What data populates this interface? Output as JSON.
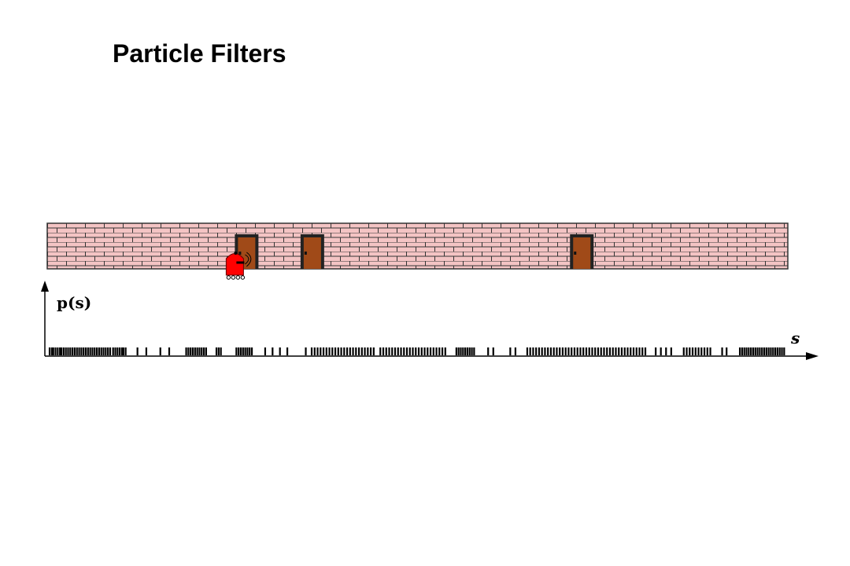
{
  "slide": {
    "title": "Particle Filters"
  },
  "diagram": {
    "y_axis_label": "p(s)",
    "x_axis_label": "s",
    "colors": {
      "wall_fill": "#f4c4c4",
      "mortar": "#333333",
      "door": "#a04a18",
      "robot": "#ff0000",
      "particles": "#000000"
    },
    "doors": [
      {
        "name": "door-1",
        "s": 0.268
      },
      {
        "name": "door-2",
        "s": 0.357
      },
      {
        "name": "door-3",
        "s": 0.722
      }
    ],
    "robot": {
      "s": 0.252,
      "icon": "robot-icon"
    },
    "particles": [
      0.001,
      0.004,
      0.006,
      0.009,
      0.012,
      0.015,
      0.017,
      0.02,
      0.023,
      0.026,
      0.029,
      0.032,
      0.035,
      0.038,
      0.041,
      0.044,
      0.047,
      0.05,
      0.053,
      0.056,
      0.059,
      0.062,
      0.065,
      0.068,
      0.071,
      0.074,
      0.077,
      0.08,
      0.083,
      0.087,
      0.09,
      0.093,
      0.096,
      0.099,
      0.101,
      0.104,
      0.12,
      0.132,
      0.151,
      0.163,
      0.186,
      0.189,
      0.192,
      0.195,
      0.198,
      0.201,
      0.204,
      0.207,
      0.21,
      0.213,
      0.227,
      0.23,
      0.233,
      0.254,
      0.257,
      0.26,
      0.263,
      0.266,
      0.269,
      0.272,
      0.275,
      0.293,
      0.303,
      0.313,
      0.323,
      0.348,
      0.356,
      0.36,
      0.364,
      0.368,
      0.372,
      0.376,
      0.38,
      0.384,
      0.388,
      0.392,
      0.396,
      0.4,
      0.404,
      0.408,
      0.412,
      0.416,
      0.42,
      0.424,
      0.428,
      0.432,
      0.436,
      0.44,
      0.449,
      0.453,
      0.457,
      0.461,
      0.465,
      0.469,
      0.473,
      0.477,
      0.481,
      0.485,
      0.489,
      0.493,
      0.497,
      0.501,
      0.505,
      0.509,
      0.513,
      0.517,
      0.521,
      0.525,
      0.529,
      0.533,
      0.537,
      0.552,
      0.555,
      0.558,
      0.561,
      0.564,
      0.567,
      0.57,
      0.573,
      0.576,
      0.595,
      0.602,
      0.625,
      0.632,
      0.648,
      0.652,
      0.656,
      0.66,
      0.664,
      0.668,
      0.672,
      0.676,
      0.68,
      0.684,
      0.688,
      0.692,
      0.696,
      0.7,
      0.704,
      0.708,
      0.712,
      0.716,
      0.72,
      0.724,
      0.728,
      0.732,
      0.736,
      0.74,
      0.744,
      0.748,
      0.752,
      0.756,
      0.76,
      0.764,
      0.768,
      0.772,
      0.776,
      0.78,
      0.784,
      0.788,
      0.792,
      0.796,
      0.8,
      0.804,
      0.808,
      0.822,
      0.829,
      0.836,
      0.843,
      0.86,
      0.864,
      0.868,
      0.872,
      0.876,
      0.88,
      0.884,
      0.888,
      0.892,
      0.896,
      0.912,
      0.918,
      0.936,
      0.939,
      0.942,
      0.945,
      0.948,
      0.951,
      0.954,
      0.957,
      0.96,
      0.963,
      0.966,
      0.969,
      0.972,
      0.975,
      0.978,
      0.981,
      0.984,
      0.987,
      0.99,
      0.993,
      0.996
    ]
  }
}
